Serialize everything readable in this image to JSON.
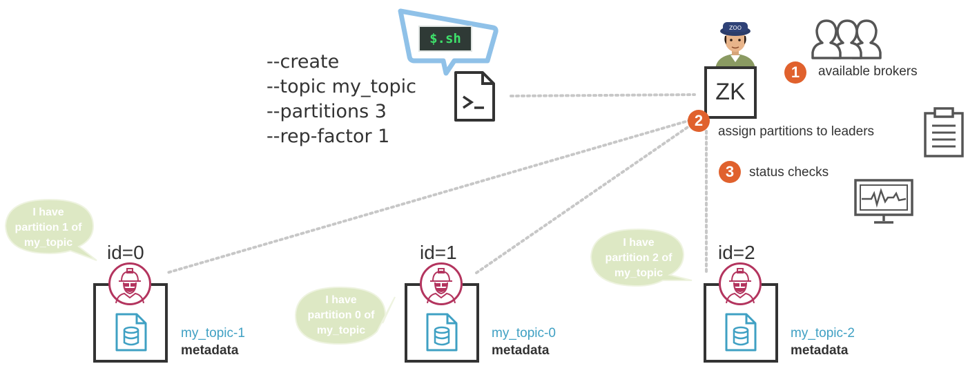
{
  "command": {
    "lines": [
      "--create",
      "--topic my_topic",
      "--partitions 3",
      "--rep-factor 1"
    ],
    "shell_label": "$.sh"
  },
  "zookeeper": {
    "label": "ZK",
    "hat_label": "ZOO"
  },
  "steps": [
    {
      "number": "1",
      "text": "available brokers"
    },
    {
      "number": "2",
      "text": "assign partitions to leaders"
    },
    {
      "number": "3",
      "text": "status checks"
    }
  ],
  "brokers": [
    {
      "id": "id=0",
      "topic": "my_topic-1",
      "sub": "metadata",
      "bubble": [
        "I have",
        "partition 1 of",
        "my_topic"
      ]
    },
    {
      "id": "id=1",
      "topic": "my_topic-0",
      "sub": "metadata",
      "bubble": [
        "I have",
        "partition 0 of",
        "my_topic"
      ]
    },
    {
      "id": "id=2",
      "topic": "my_topic-2",
      "sub": "metadata",
      "bubble": [
        "I have",
        "partition 2 of",
        "my_topic"
      ]
    }
  ],
  "colors": {
    "accent_orange": "#e0612d",
    "bubble_green": "#dde8c4",
    "topic_blue": "#3fa0c3",
    "avatar_border": "#b3345e",
    "speech_outline": "#8fc1e8"
  }
}
